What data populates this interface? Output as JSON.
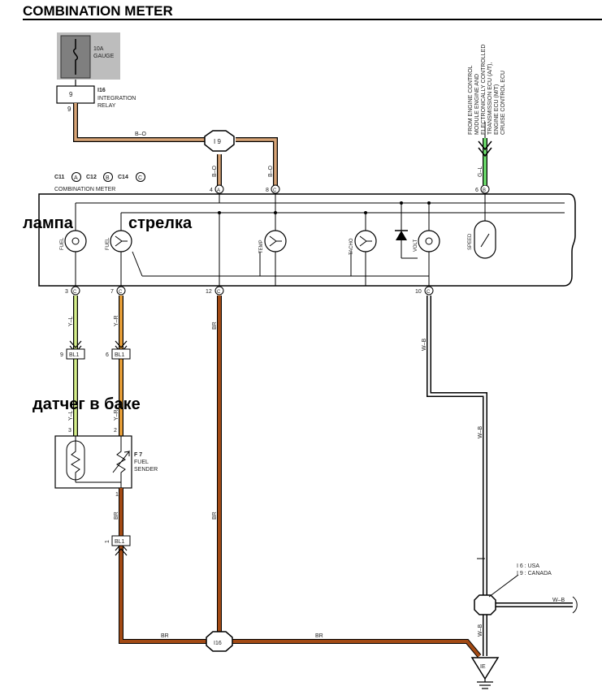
{
  "title": "COMBINATION METER",
  "fuse": {
    "label": "10A",
    "name": "GAUGE"
  },
  "relay": {
    "id": "I16",
    "name1": "INTEGRATION",
    "name2": "RELAY",
    "pin_top": "9",
    "pin_bottom": "9"
  },
  "junction_i9": "I 9",
  "junction_i16": "I16",
  "ground": "IE",
  "meter": {
    "name": "COMBINATION METER",
    "conn_c11": "C11",
    "conn_c12": "C12",
    "conn_c14": "C14",
    "mark_a": "A",
    "mark_b": "B",
    "mark_c": "C",
    "pins": {
      "p4": "4",
      "p8": "8",
      "p6": "6",
      "p3": "3",
      "p7": "7",
      "p12": "12",
      "p10": "10"
    },
    "gauges": {
      "fuel_lamp": "FUEL",
      "fuel_gauge": "FUEL",
      "temp": "TEMP",
      "tacho": "TACHO",
      "volt": "VOLT",
      "speed": "SPEED"
    }
  },
  "wires": {
    "b_o": "B–O",
    "g_l": "G–L",
    "y_l": "Y–L",
    "y_r": "Y–R",
    "br": "BR",
    "w_b": "W–B"
  },
  "bl1": {
    "label": "BL1",
    "pin9": "9",
    "pin6": "6",
    "pin1": "1"
  },
  "sender": {
    "id": "F 7",
    "name1": "FUEL",
    "name2": "SENDER",
    "pin3": "3",
    "pin2": "2",
    "pin1": "1"
  },
  "ecu_note": [
    "FROM ENGINE CONTROL",
    "MODULE ENGINE AND",
    "ELECTRONICALLY CONTROLLED",
    "TRANSMISSION ECU (A/T),",
    "ENGINE ECU (M/T)",
    "CRUISE CONTROL ECU"
  ],
  "region_note": {
    "usa": "I 6 : USA",
    "canada": "I 9 : CANADA"
  },
  "annotations": {
    "lamp": "лампа",
    "needle": "стрелка",
    "sensor": "датчег в баке"
  }
}
